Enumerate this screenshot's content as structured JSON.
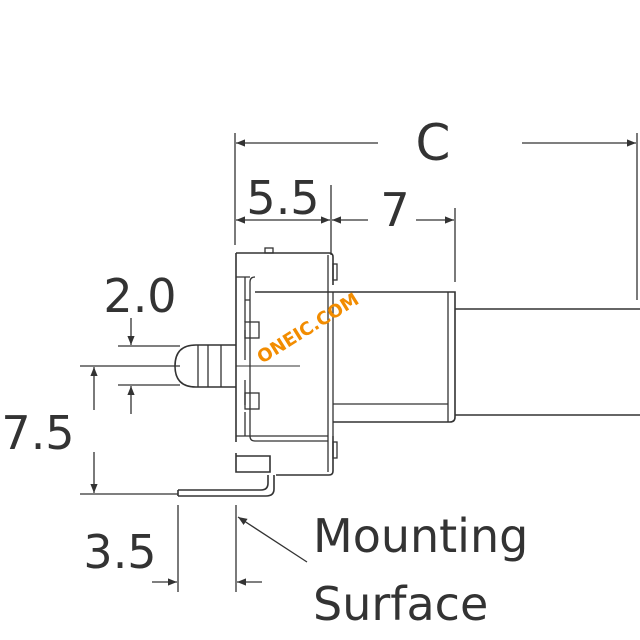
{
  "dimensions": {
    "overall": "C",
    "body_depth": "5.5",
    "bushing_length": "7",
    "led_offset": "2.0",
    "led_height": "7.5",
    "pin_offset": "3.5"
  },
  "labels": {
    "mounting_line1": "Mounting",
    "mounting_line2": "Surface"
  },
  "watermark": "ONEIC.COM",
  "colors": {
    "line": "#333333",
    "watermark": "#f28c00"
  }
}
